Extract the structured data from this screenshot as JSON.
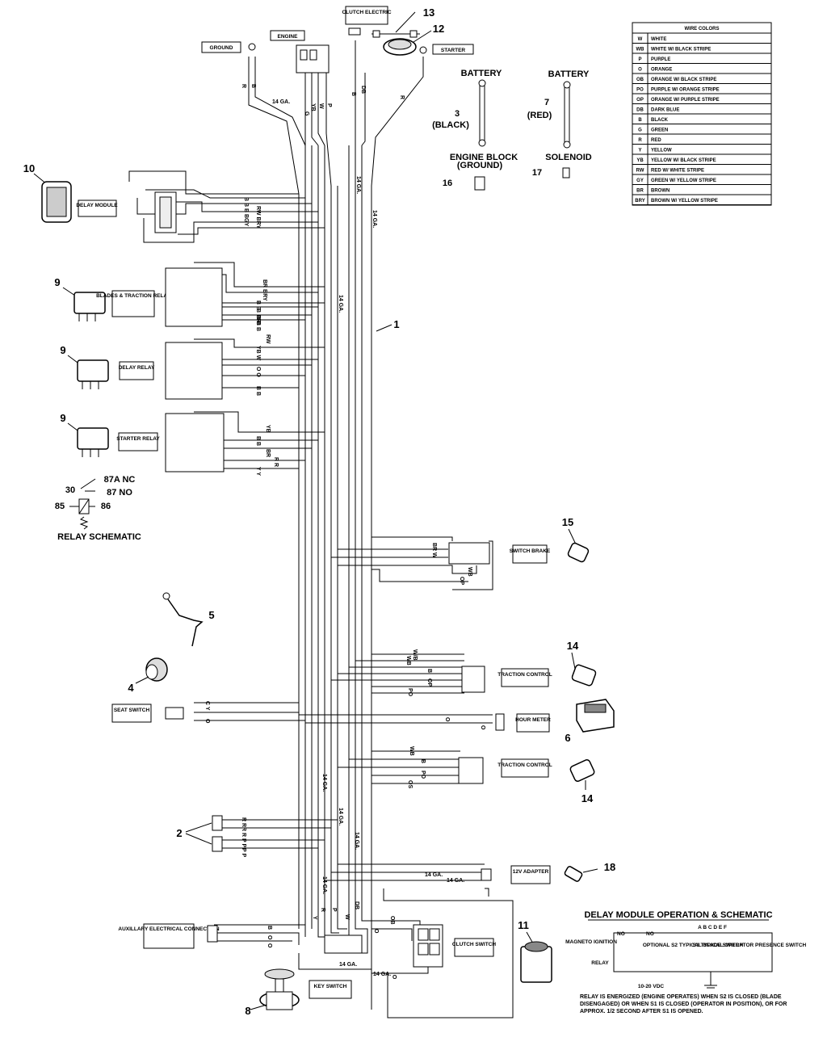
{
  "labels": {
    "ground": "GROUND",
    "engine": "ENGINE",
    "clutch": "CLUTCH ELECTRIC",
    "starter": "STARTER",
    "delay_module": "DELAY MODULE",
    "blades_relay": "BLADES & TRACTION RELAY",
    "delay_relay": "DELAY RELAY",
    "starter_relay": "STARTER RELAY",
    "switch_brake": "SWITCH BRAKE",
    "traction_control_1": "TRACTION CONTROL",
    "hour_meter": "HOUR METER",
    "traction_control_2": "TRACTION CONTROL",
    "seat_switch": "SEAT SWITCH",
    "adapter_12v": "12V ADAPTER",
    "aux_connection": "AUXILLARY ELECTRICAL CONNECTION",
    "clutch_switch": "CLUTCH SWITCH",
    "key_switch": "KEY SWITCH",
    "battery_black": "BATTERY",
    "battery_red": "BATTERY",
    "black": "(BLACK)",
    "red": "(RED)",
    "engine_block": "ENGINE BLOCK",
    "ground_paren": "(GROUND)",
    "solenoid": "SOLENOID",
    "relay_schematic": "RELAY SCHEMATIC"
  },
  "callouts": {
    "n1": "1",
    "n2": "2",
    "n3": "3",
    "n4": "4",
    "n5": "5",
    "n6": "6",
    "n7": "7",
    "n8": "8",
    "n9a": "9",
    "n9b": "9",
    "n9c": "9",
    "n10": "10",
    "n11": "11",
    "n12": "12",
    "n13": "13",
    "n14a": "14",
    "n14b": "14",
    "n15": "15",
    "n16": "16",
    "n17": "17",
    "n18": "18"
  },
  "gauge": "14 GA.",
  "relay_pins": {
    "p30": "30",
    "p87a": "87A  NC",
    "p87": "87  NO",
    "p85": "85",
    "p86": "86"
  },
  "wire_colors": {
    "title": "WIRE COLORS",
    "rows": [
      {
        "code": "W",
        "name": "WHITE"
      },
      {
        "code": "WB",
        "name": "WHITE W/ BLACK STRIPE"
      },
      {
        "code": "P",
        "name": "PURPLE"
      },
      {
        "code": "O",
        "name": "ORANGE"
      },
      {
        "code": "OB",
        "name": "ORANGE W/ BLACK STRIPE"
      },
      {
        "code": "PO",
        "name": "PURPLE W/ ORANGE STRIPE"
      },
      {
        "code": "OP",
        "name": "ORANGE W/ PURPLE STRIPE"
      },
      {
        "code": "DB",
        "name": "DARK BLUE"
      },
      {
        "code": "B",
        "name": "BLACK"
      },
      {
        "code": "G",
        "name": "GREEN"
      },
      {
        "code": "R",
        "name": "RED"
      },
      {
        "code": "Y",
        "name": "YELLOW"
      },
      {
        "code": "YB",
        "name": "YELLOW W/ BLACK STRIPE"
      },
      {
        "code": "RW",
        "name": "RED W/ WHITE STRIPE"
      },
      {
        "code": "GY",
        "name": "GREEN W/ YELLOW STRIPE"
      },
      {
        "code": "BR",
        "name": "BROWN"
      },
      {
        "code": "BRY",
        "name": "BROWN W/ YELLOW STRIPE"
      }
    ]
  },
  "delay_module": {
    "title": "DELAY MODULE OPERATION & SCHEMATIC",
    "pins": "A B C D E F",
    "magneto": "MAGNETO IGNITION",
    "relay": "RELAY",
    "no1": "NO",
    "no2": "NO",
    "s2": "OPTIONAL S2 TYPICAL BLADE SWITCH",
    "s1": "S1 TYPICAL OPERATOR PRESENCE SWITCH",
    "vdc": "10-20 VDC",
    "note": "RELAY IS ENERGIZED (ENGINE OPERATES) WHEN S2 IS CLOSED (BLADE DISENGAGED) OR WHEN S1 IS CLOSED (OPERATOR IN POSITION), OR FOR APPROX. 1/2 SECOND AFTER S1 IS OPENED."
  },
  "wire_tags": {
    "r1": "R",
    "b1": "B",
    "g1": "G",
    "yb1": "YB",
    "w1": "W",
    "p1": "P",
    "b2": "B",
    "db1": "DB",
    "r2": "R",
    "bb1": "B B",
    "bb2": "B B",
    "rwbry": "RW BRY",
    "gy": "GY",
    "brbry": "BR BRY",
    "bb3": "B B",
    "bbr": "B BR",
    "bb4": "B B",
    "bb5": "B B",
    "rw1": "RW",
    "wyb": "YB W",
    "oo": "O O",
    "bb6": "B B",
    "yb2": "YB",
    "bb7": "B B",
    "brr": "BR",
    "rr": "R R",
    "yy": "Y Y",
    "brw": "BR W",
    "wb2": "WB",
    "op1": "OP",
    "wb3": "W/B",
    "wb4": "WB",
    "b3": "B",
    "op2": "OP",
    "po1": "PO",
    "o1": "O",
    "o2": "O",
    "c1": "C Y",
    "o3": "O",
    "wb5": "WB",
    "b4": "B",
    "po2": "PO",
    "os": "OS",
    "rr2": "R R",
    "rr3": "R R",
    "pp": "P P",
    "pp2": "P P",
    "ob": "OB",
    "y2": "Y",
    "r3": "R",
    "p2": "P",
    "w2": "W",
    "db2": "DB",
    "b5": "B",
    "o4": "O",
    "o5": "O",
    "o6": "O",
    "o7": "O"
  }
}
